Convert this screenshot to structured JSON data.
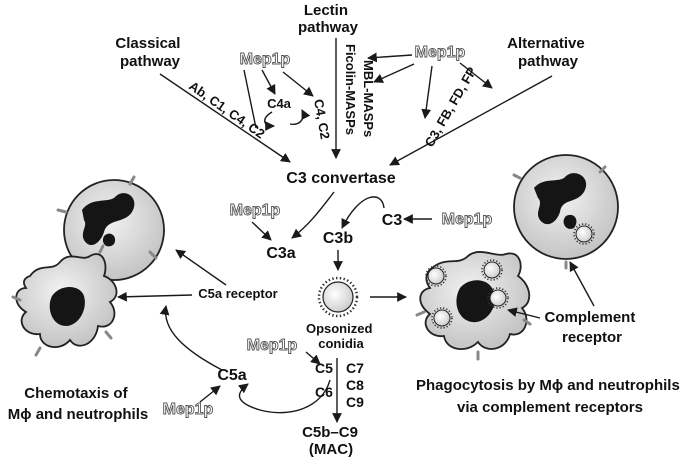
{
  "pathways": {
    "lectin": [
      "Lectin",
      "pathway"
    ],
    "classical": [
      "Classical",
      "pathway"
    ],
    "alternative": [
      "Alternative",
      "pathway"
    ]
  },
  "mep1p": "Mep1p",
  "classical_factors": "Ab, C1, C4, C2",
  "c4a": "C4a",
  "c4_c2": "C4, C2",
  "mbl_masps": "MBL-MASPs",
  "ficolin_masps": "Ficolin-MASPs",
  "alternative_factors": "C3, FB, FD, FP",
  "c3_convertase": "C3 convertase",
  "c3": "C3",
  "c3a": "C3a",
  "c3b": "C3b",
  "c5a_receptor": "C5a receptor",
  "opsonized_conidia": [
    "Opsonized",
    "conidia"
  ],
  "c5a": "C5a",
  "c5": "C5",
  "c6": "C6",
  "c7": "C7",
  "c8": "C8",
  "c9": "C9",
  "c5b_c9": "C5b–C9",
  "mac": "(MAC)",
  "complement_receptor": [
    "Complement",
    "receptor"
  ],
  "chemotaxis": [
    "Chemotaxis of",
    "Mϕ and neutrophils"
  ],
  "phagocytosis": [
    "Phagocytosis by Mϕ and neutrophils",
    "via complement receptors"
  ]
}
